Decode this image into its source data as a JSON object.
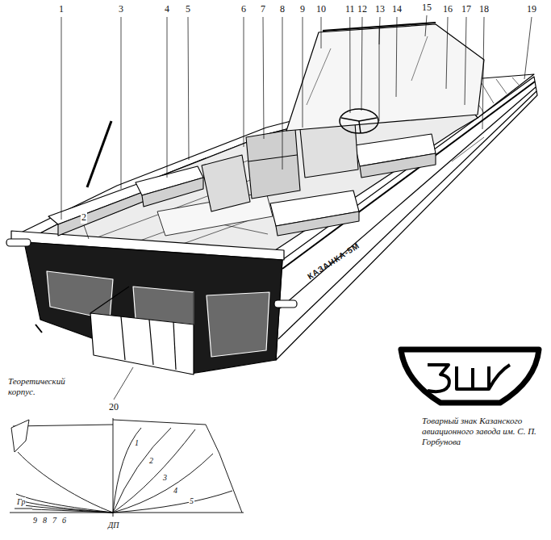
{
  "diagram": {
    "labels": [
      "1",
      "2",
      "3",
      "4",
      "5",
      "6",
      "7",
      "8",
      "9",
      "10",
      "11",
      "12",
      "13",
      "14",
      "15",
      "16",
      "17",
      "18",
      "19",
      "20",
      "КАЗАНКА-5М",
      "Теоретический корпус.",
      "Товарный знак Казанского авиационного завода им. С. П. Горбунова",
      "1",
      "2",
      "3",
      "4",
      "5",
      "Гр",
      "9",
      "8",
      "7",
      "6",
      "ДП"
    ]
  }
}
